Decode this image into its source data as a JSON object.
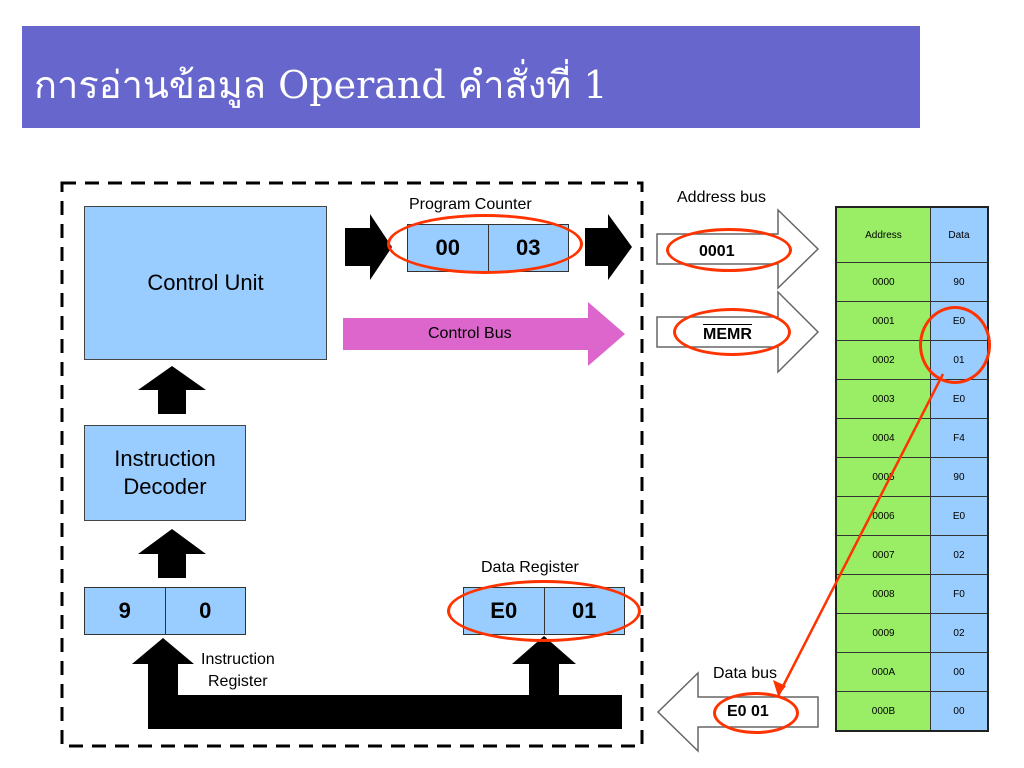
{
  "title": "การอ่านข้อมูล Operand คำสั่งที่ 1",
  "control_unit": {
    "label": "Control Unit"
  },
  "instruction_decoder": {
    "line1": "Instruction",
    "line2": "Decoder"
  },
  "program_counter": {
    "label": "Program Counter",
    "high": "00",
    "low": "03"
  },
  "instruction_register": {
    "line1": "Instruction",
    "line2": "Register",
    "high": "9",
    "low": "0"
  },
  "data_register": {
    "label": "Data Register",
    "high": "E0",
    "low": "01"
  },
  "control_bus": {
    "label": "Control Bus",
    "signal": "MEMR"
  },
  "address_bus": {
    "label": "Address bus",
    "value": "0001"
  },
  "data_bus": {
    "label": "Data bus",
    "value": "E0 01"
  },
  "memory": {
    "header": {
      "address": "Address",
      "data": "Data"
    },
    "rows": [
      {
        "address": "0000",
        "data": "90"
      },
      {
        "address": "0001",
        "data": "E0"
      },
      {
        "address": "0002",
        "data": "01"
      },
      {
        "address": "0003",
        "data": "E0"
      },
      {
        "address": "0004",
        "data": "F4"
      },
      {
        "address": "0005",
        "data": "90"
      },
      {
        "address": "0006",
        "data": "E0"
      },
      {
        "address": "0007",
        "data": "02"
      },
      {
        "address": "0008",
        "data": "F0"
      },
      {
        "address": "0009",
        "data": "02"
      },
      {
        "address": "000A",
        "data": "00"
      },
      {
        "address": "000B",
        "data": "00"
      }
    ]
  },
  "colors": {
    "title_bg": "#6666cc",
    "box_fill": "#99ccff",
    "address_fill": "#99ee66",
    "highlight": "#ff3300",
    "control_bus": "#dd66cc"
  }
}
